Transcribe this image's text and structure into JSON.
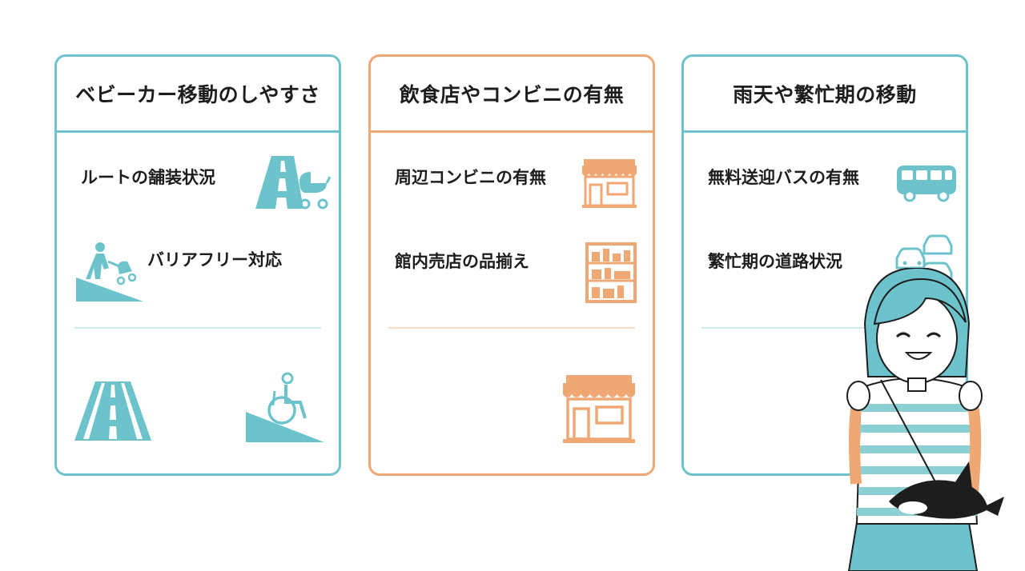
{
  "cards": [
    {
      "title": "ベビーカー移動のしやすさ",
      "accent": "#6cc3cc",
      "items": [
        {
          "label": "ルートの舗装状況",
          "icon": "road-stroller-icon"
        },
        {
          "label": "バリアフリー対応",
          "icon": "person-stroller-ramp-icon"
        }
      ],
      "footer_icons": [
        "road-icon",
        "wheelchair-ramp-icon"
      ]
    },
    {
      "title": "飲食店やコンビニの有無",
      "accent": "#efa873",
      "items": [
        {
          "label": "周辺コンビニの有無",
          "icon": "convenience-store-icon"
        },
        {
          "label": "館内売店の品揃え",
          "icon": "shop-shelf-icon"
        }
      ],
      "footer_icons": [
        "store-front-icon"
      ]
    },
    {
      "title": "雨天や繁忙期の移動",
      "accent": "#6cc3cc",
      "items": [
        {
          "label": "無料送迎バスの有無",
          "icon": "bus-icon"
        },
        {
          "label": "繁忙期の道路状況",
          "icon": "traffic-cars-icon"
        }
      ],
      "footer_icons": []
    }
  ],
  "character": {
    "icon": "smiling-woman-with-orca-plush-icon"
  }
}
